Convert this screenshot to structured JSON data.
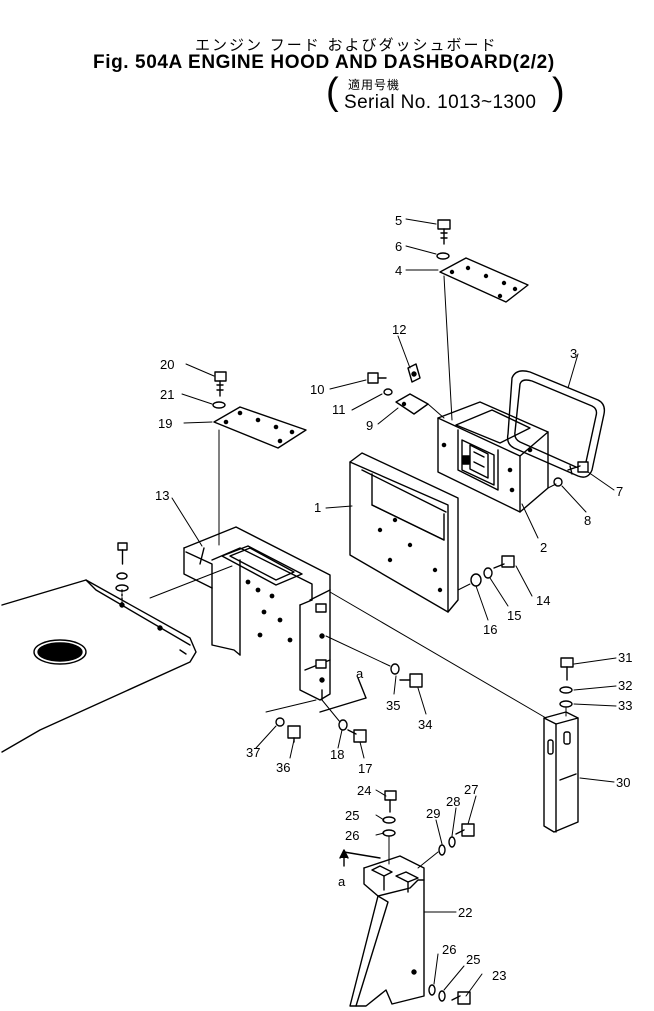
{
  "header": {
    "title_jp": "エンジン フード およびダッシュボード",
    "title_en": "Fig. 504A ENGINE HOOD AND DASHBOARD(2/2)",
    "serial_jp": "適用号機",
    "serial": "Serial No. 1013~1300"
  },
  "parts": {
    "p1": "1",
    "p2": "2",
    "p3": "3",
    "p4": "4",
    "p5": "5",
    "p6": "6",
    "p7": "7",
    "p8": "8",
    "p9": "9",
    "p10": "10",
    "p11": "11",
    "p12": "12",
    "p13": "13",
    "p14": "14",
    "p15": "15",
    "p16": "16",
    "p17": "17",
    "p18": "18",
    "p19": "19",
    "p20": "20",
    "p21": "21",
    "p22": "22",
    "p23": "23",
    "p24": "24",
    "p25": "25",
    "p25b": "25",
    "p26": "26",
    "p26b": "26",
    "p27": "27",
    "p28": "28",
    "p29": "29",
    "p30": "30",
    "p31": "31",
    "p32": "32",
    "p33": "33",
    "p34": "34",
    "p35": "35",
    "p36": "36",
    "p37": "37"
  },
  "markers": {
    "a_top": "a",
    "a_bottom": "a"
  }
}
